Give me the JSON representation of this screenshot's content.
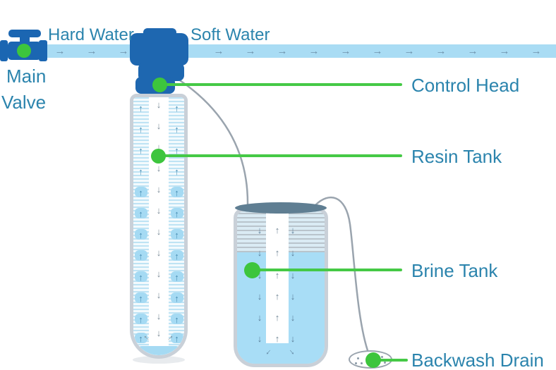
{
  "diagram": {
    "pipe": {
      "hard_water": "Hard Water",
      "soft_water": "Soft Water"
    },
    "main_valve": {
      "line1": "Main",
      "line2": "Valve"
    },
    "callouts": {
      "control_head": "Control Head",
      "resin_tank": "Resin Tank",
      "brine_tank": "Brine Tank",
      "backwash_drain": "Backwash Drain"
    }
  },
  "icons": {
    "flow_arrow": "→",
    "up_arrow": "↑",
    "down_arrow": "↓"
  },
  "colors": {
    "deep_blue": "#1e67b0",
    "pipe_blue": "#a9dcf4",
    "teal_text": "#2b84ad",
    "accent_green": "#3dc53d",
    "shell_gray": "#c9d0d8",
    "lid_slate": "#5f7e92",
    "water_blue": "#a8ddf6"
  }
}
